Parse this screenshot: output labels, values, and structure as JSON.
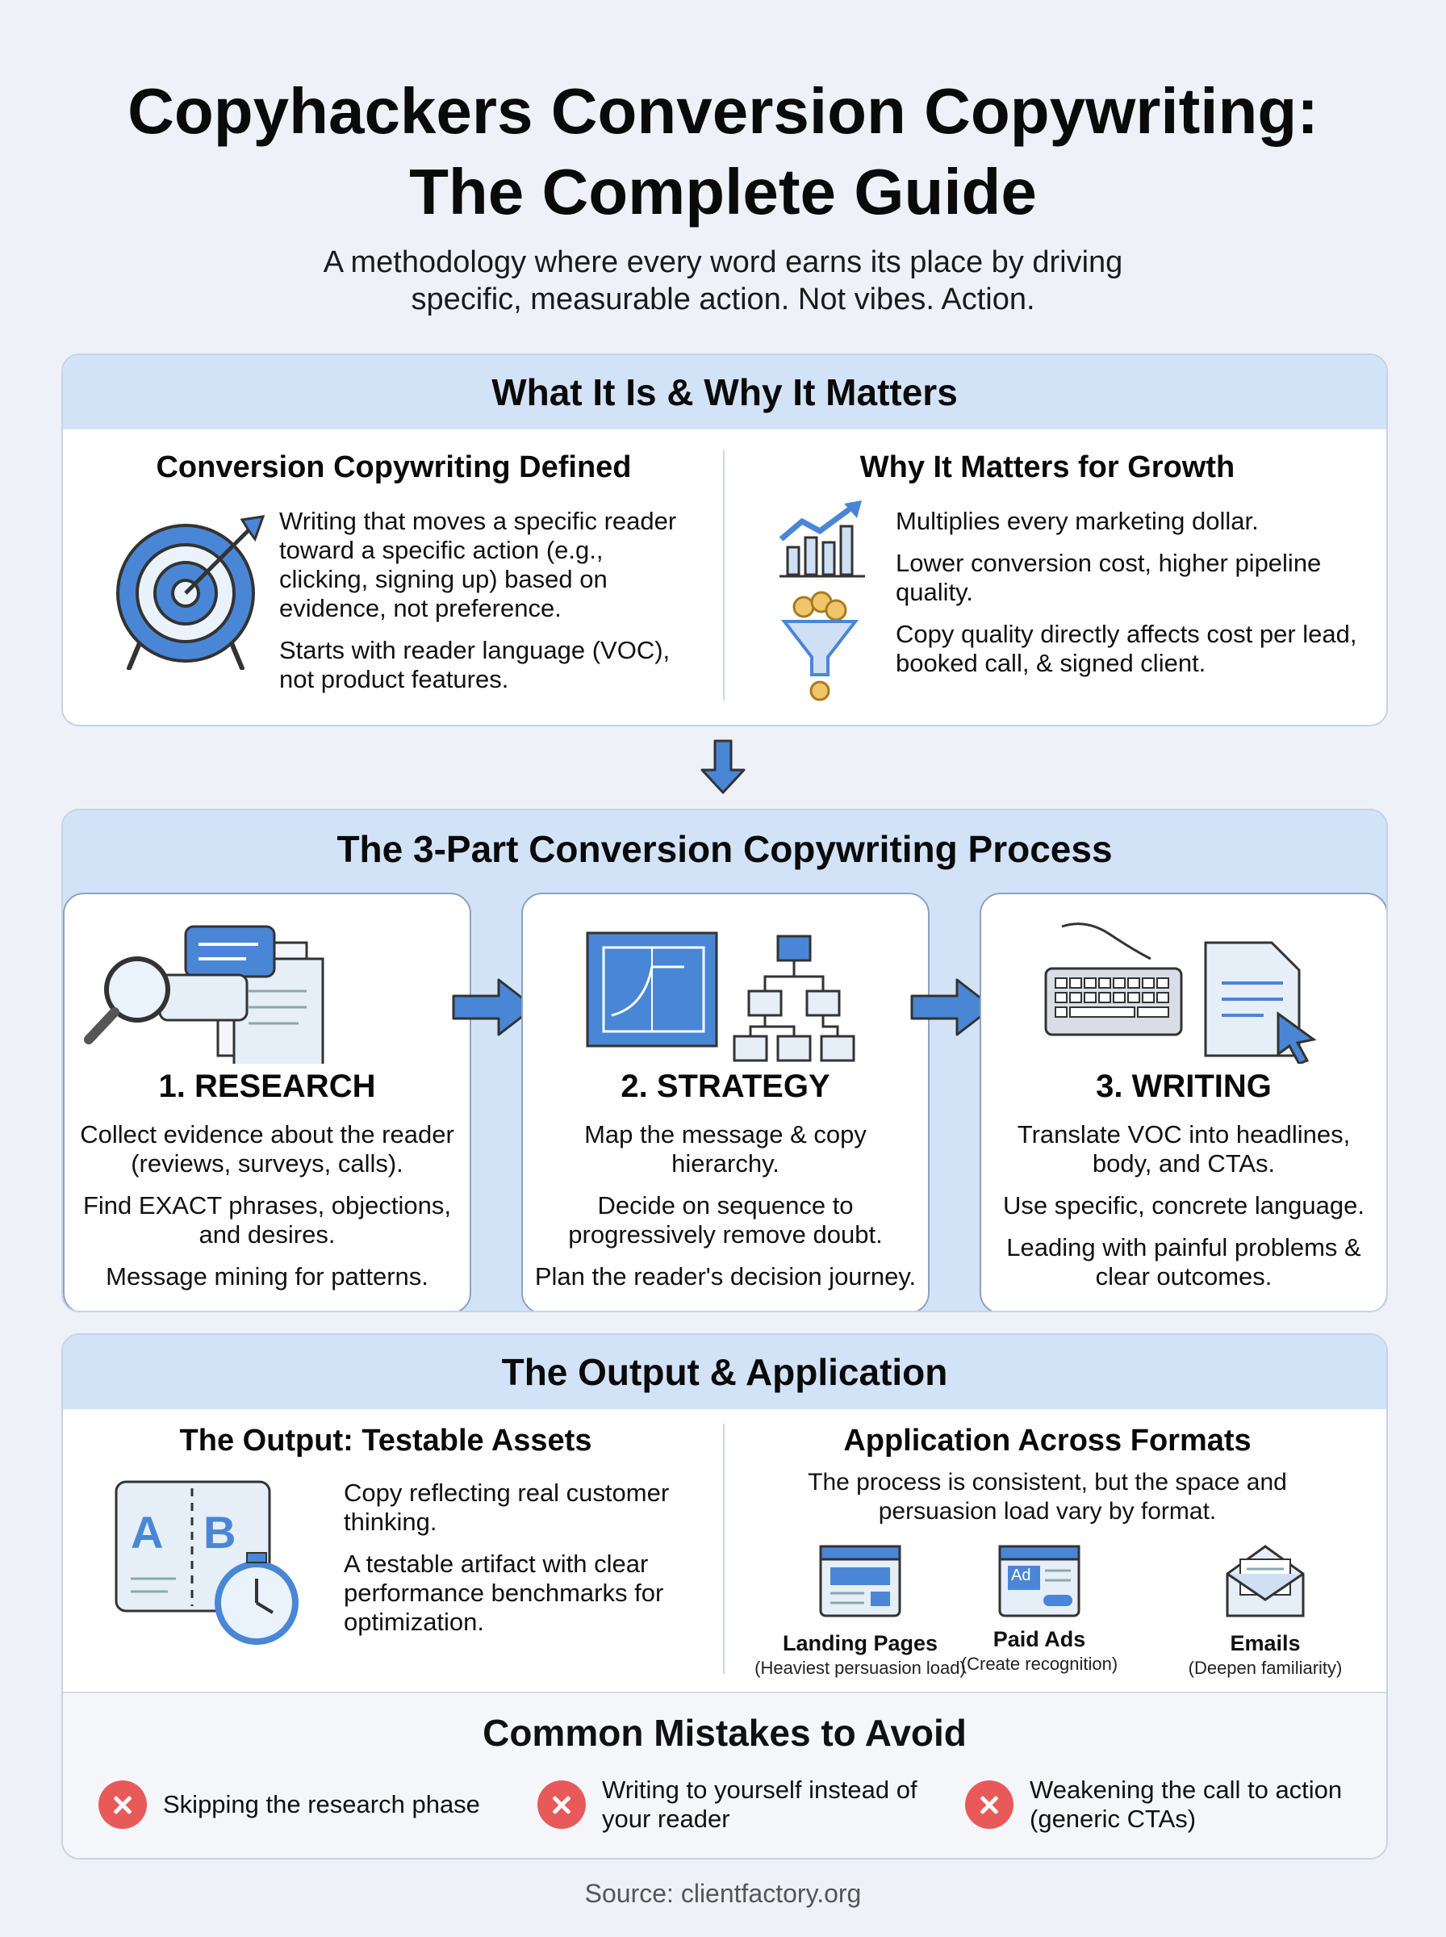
{
  "header": {
    "title_line1": "Copyhackers Conversion Copywriting:",
    "title_line2": "The Complete Guide",
    "subtitle_line1": "A methodology where every word earns its place by driving",
    "subtitle_line2": "specific, measurable action. Not vibes. Action."
  },
  "what": {
    "heading": "What It Is & Why It Matters",
    "defined": {
      "title": "Conversion Copywriting Defined",
      "p1": "Writing that moves a specific reader toward a specific action (e.g., clicking, signing up) based on evidence, not preference.",
      "p2": "Starts with reader language (VOC), not product features."
    },
    "growth": {
      "title": "Why It Matters for Growth",
      "p1": "Multiplies every marketing dollar.",
      "p2": "Lower conversion cost, higher pipeline quality.",
      "p3": "Copy quality directly affects cost per lead, booked call, & signed client."
    }
  },
  "process": {
    "heading": "The 3-Part Conversion Copywriting Process",
    "steps": [
      {
        "title": "1. RESEARCH",
        "lines": [
          "Collect evidence about the reader (reviews, surveys, calls).",
          "Find EXACT phrases, objections, and desires.",
          "Message mining for patterns."
        ]
      },
      {
        "title": "2. STRATEGY",
        "lines": [
          "Map the message & copy hierarchy.",
          "Decide on sequence to progressively remove doubt.",
          "Plan the reader's decision journey."
        ]
      },
      {
        "title": "3. WRITING",
        "lines": [
          "Translate VOC into headlines, body, and CTAs.",
          "Use specific, concrete language.",
          "Leading with painful problems & clear outcomes."
        ]
      }
    ]
  },
  "output": {
    "heading": "The Output & Application",
    "assets": {
      "title": "The Output: Testable Assets",
      "p1": "Copy reflecting real customer thinking.",
      "p2": "A testable artifact with clear performance benchmarks for optimization.",
      "label_a": "A",
      "label_b": "B"
    },
    "formats": {
      "title": "Application Across Formats",
      "intro": "The process is consistent, but the space and persuasion load vary by format.",
      "items": [
        {
          "name": "Landing Pages",
          "desc": "(Heaviest persuasion load)"
        },
        {
          "name": "Paid Ads",
          "desc": "(Create recognition)",
          "badge": "Ad"
        },
        {
          "name": "Emails",
          "desc": "(Deepen familiarity)"
        }
      ]
    }
  },
  "mistakes": {
    "heading": "Common Mistakes to Avoid",
    "items": [
      "Skipping the research phase",
      "Writing to yourself instead of your reader",
      "Weakening the call to action (generic CTAs)"
    ]
  },
  "footer": {
    "source": "Source: clientfactory.org"
  },
  "colors": {
    "accent": "#4a86d6",
    "header_band": "#d3e3f7",
    "mistake_red": "#e85a5a"
  }
}
